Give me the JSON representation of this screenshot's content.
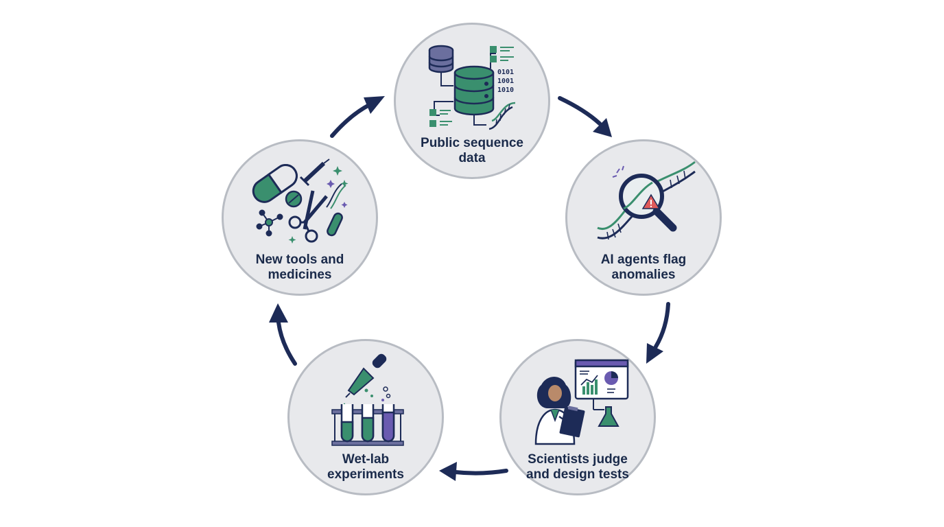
{
  "colors": {
    "navy": "#1d2b57",
    "green": "#3a8f6e",
    "purple": "#6a5bb0",
    "node_fill": "#e8e9ec",
    "node_border": "#b8bcc3",
    "alert_red": "#e05a5a"
  },
  "nodes": [
    {
      "id": "public-sequence-data",
      "line1": "Public sequence",
      "line2": "data",
      "icon": "database-icon"
    },
    {
      "id": "ai-agents-flag-anomalies",
      "line1": "AI agents flag",
      "line2": "anomalies",
      "icon": "magnifier-dna-icon"
    },
    {
      "id": "scientists-judge-design-tests",
      "line1": "Scientists judge",
      "line2": "and design tests",
      "icon": "scientist-dashboard-icon"
    },
    {
      "id": "wet-lab-experiments",
      "line1": "Wet-lab",
      "line2": "experiments",
      "icon": "test-tubes-icon"
    },
    {
      "id": "new-tools-and-medicines",
      "line1": "New tools and",
      "line2": "medicines",
      "icon": "pill-scissors-icon"
    }
  ],
  "data_text": {
    "binary": [
      "0101",
      "1001",
      "1010"
    ]
  }
}
